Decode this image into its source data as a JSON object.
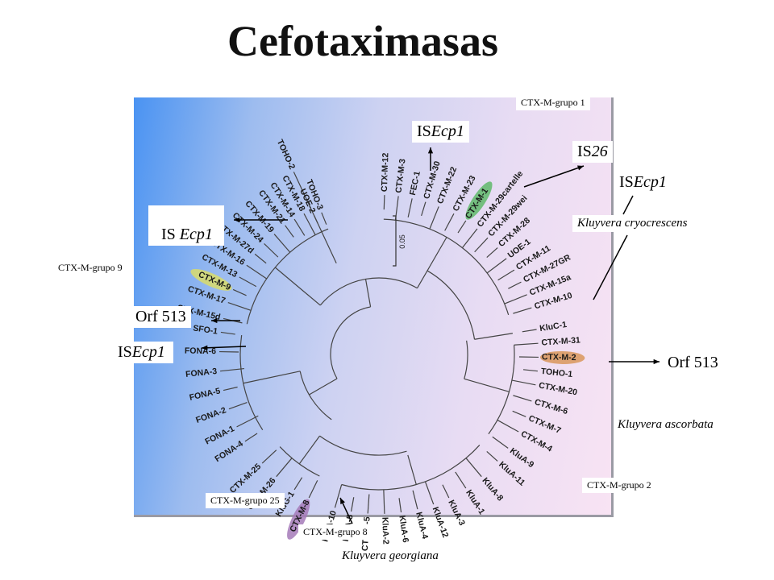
{
  "title": "Cefotaximasas",
  "scale_bar_label": "0.05",
  "callouts": {
    "isecp1_top": {
      "prefix": "IS",
      "suffix": "Ecp1"
    },
    "is26": {
      "prefix": "IS",
      "suffix": "26"
    },
    "isecp1_right": {
      "prefix": "IS",
      "suffix": "Ecp1"
    },
    "isecp1_left_upper": {
      "prefix": "IS ",
      "suffix": "Ecp1"
    },
    "orf513_left": "Orf 513",
    "isecp1_left_lower": {
      "prefix": "IS",
      "suffix": "Ecp1"
    },
    "orf513_right": "Orf 513"
  },
  "group_labels": {
    "grupo1": "CTX-M-grupo 1",
    "grupo9": "CTX-M-grupo 9",
    "grupo2": "CTX-M-grupo 2",
    "grupo25": "CTX-M-grupo 25",
    "grupo8": "CTX-M-grupo 8"
  },
  "species": {
    "cryocrescens": "Kluyvera cryocrescens",
    "ascorbata": "Kluyvera ascorbata",
    "georgiana": "Kluyvera georgiana"
  },
  "leaves": [
    "TOHO-2",
    "TOHO-3",
    "UOE-2",
    "CTX-M-18",
    "CTX-M-14",
    "CTX-M-21",
    "CTX-M-19",
    "CTX-M-24",
    "CTX-M-27d",
    "CTX-M-16",
    "CTX-M-13",
    "CTX-M-9",
    "CTX-M-17",
    "CTX-M-15d",
    "CTX-M-12",
    "CTX-M-3",
    "FEC-1",
    "CTX-M-30",
    "CTX-M-22",
    "CTX-M-23",
    "CTX-M-1",
    "CTX-M-29cartelle",
    "CTX-M-29wei",
    "CTX-M-28",
    "UOE-1",
    "CTX-M-11",
    "CTX-M-27GR",
    "CTX-M-15a",
    "CTX-M-10",
    "KluC-1",
    "CTX-M-31",
    "CTX-M-2",
    "TOHO-1",
    "CTX-M-20",
    "CTX-M-6",
    "CTX-M-7",
    "CTX-M-4",
    "KluA-9",
    "KluA-11",
    "KluA-8",
    "KluA-1",
    "KluA-3",
    "KluA-12",
    "KluA-4",
    "KluA-6",
    "KluA-2",
    "CTX-M-5",
    "KluA-5",
    "KluA-10",
    "CTX-M-8",
    "KluG-1",
    "CTX-M-26",
    "CTX-M-25",
    "FONA-4",
    "FONA-1",
    "FONA-2",
    "FONA-5",
    "FONA-3",
    "FONA-6",
    "SFO-1"
  ],
  "highlight_colors": {
    "ctx_m_1": "#5fb86a",
    "ctx_m_9": "#d9dc6a",
    "ctx_m_2": "#d9965a",
    "ctx_m_8": "#a47ab8"
  }
}
